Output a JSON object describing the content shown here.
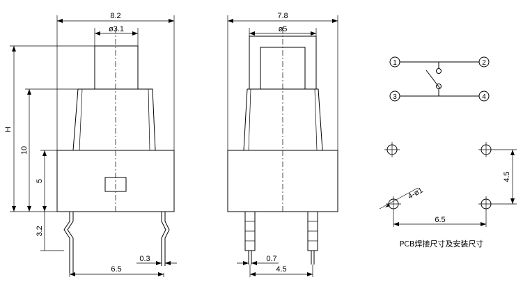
{
  "front_view": {
    "dims": {
      "width": "8.2",
      "button_dia": "ø3.1",
      "height": "H",
      "ten": "10",
      "five": "5",
      "lead": "3.2",
      "pin_thk": "0.3",
      "pin_pitch": "6.5"
    }
  },
  "side_view": {
    "dims": {
      "width": "7.8",
      "button_dia": "ø5",
      "pin_thk": "0.7",
      "pin_pitch": "4.5"
    }
  },
  "schematic": {
    "pins": [
      "1",
      "2",
      "3",
      "4"
    ]
  },
  "pcb_layout": {
    "hole_label": "4-ø1",
    "pitch_h": "6.5",
    "pitch_v": "4.5",
    "caption": "PCB焊接尺寸及安装尺寸"
  }
}
